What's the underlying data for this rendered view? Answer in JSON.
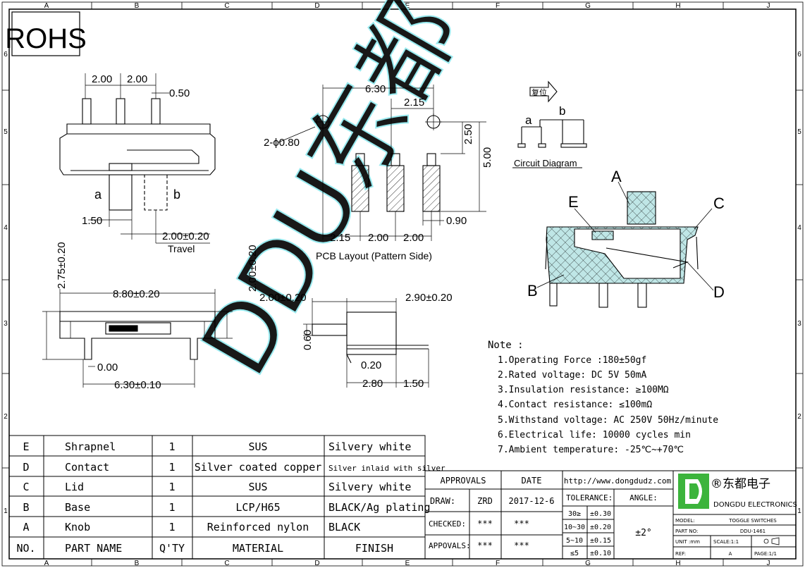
{
  "border": {
    "columns": [
      "A",
      "B",
      "C",
      "D",
      "E",
      "F",
      "G",
      "H",
      "J"
    ],
    "rows": [
      "6",
      "5",
      "4",
      "3",
      "2",
      "1"
    ]
  },
  "rohs": "ROHS",
  "watermark": "DDU东都",
  "top_view": {
    "dims": [
      "2.00",
      "2.00",
      "0.50",
      "1.50",
      "2.00±0.20"
    ],
    "labels": [
      "a",
      "b"
    ],
    "travel": "Travel"
  },
  "pcb_layout": {
    "dims": [
      "6.30",
      "2.15",
      "2-ϕ0.80",
      "2.50",
      "5.00",
      "2.15",
      "2.00",
      "2.00",
      "0.90"
    ],
    "title": "PCB Layout (Pattern Side)"
  },
  "circuit": {
    "label_reset": "复位",
    "a": "a",
    "b": "b",
    "title": "Circuit Diagram"
  },
  "section": {
    "callouts": [
      "A",
      "B",
      "C",
      "D",
      "E"
    ]
  },
  "front_view": {
    "dims": [
      "2.75±0.20",
      "8.80±0.20",
      "2.00±0.20",
      "0.00",
      "6.30±0.10"
    ]
  },
  "side_view": {
    "dims": [
      "2.00±0.20",
      "2.90±0.20",
      "0.60",
      "0.20",
      "2.80",
      "1.50"
    ]
  },
  "notes": {
    "title": "Note :",
    "items": [
      "1.Operating Force :180±50gf",
      "2.Rated voltage: DC 5V 50mA",
      "3.Insulation resistance: ≥100MΩ",
      "4.Contact resistance: ≤100mΩ",
      "5.Withstand voltage: AC 250V  50Hz/minute",
      "6.Electrical life: 10000 cycles min",
      "7.Ambient temperature: -25℃~+70℃"
    ]
  },
  "bom": {
    "header": [
      "NO.",
      "PART NAME",
      "Q'TY",
      "MATERIAL",
      "FINISH"
    ],
    "rows": [
      [
        "E",
        "Shrapnel",
        "1",
        "SUS",
        "Silvery white"
      ],
      [
        "D",
        "Contact",
        "1",
        "Silver coated copper",
        "Silver inlaid with silver"
      ],
      [
        "C",
        "Lid",
        "1",
        "SUS",
        "Silvery white"
      ],
      [
        "B",
        "Base",
        "1",
        "LCP/H65",
        "BLACK/Ag plating"
      ],
      [
        "A",
        "Knob",
        "1",
        "Reinforced nylon",
        "BLACK"
      ]
    ]
  },
  "approvals": {
    "h_approvals": "APPROVALS",
    "h_date": "DATE",
    "draw_label": "DRAW:",
    "draw_name": "ZRD",
    "draw_date": "2017-12-6",
    "checked_label": "CHECKED:",
    "checked_name": "***",
    "checked_date": "***",
    "appovals_label": "APPOVALS:",
    "appovals_name": "***",
    "appovals_date": "***"
  },
  "tolerance": {
    "url": "http://www.dongdudz.com",
    "label": "TOLERANCE:",
    "angle_label": "ANGLE:",
    "angle_value": "±2°",
    "rows": [
      [
        "30≥",
        "±0.30"
      ],
      [
        "10~30",
        "±0.20"
      ],
      [
        "5~10",
        "±0.15"
      ],
      [
        "≤5",
        "±0.10"
      ]
    ]
  },
  "company": {
    "cn": "®东都电子",
    "en": "DONGDU ELECTRONICS",
    "model_label": "MODEL:",
    "model_value": "TOGGLE SWITCHES",
    "part_label": "PART NO:",
    "part_value": "DDU-1461",
    "unit_label": "UNIT :mm",
    "scale_label": "SCALE:1:1",
    "ref_label": "REF:",
    "ref_value": "A",
    "page_label": "PAGE:1/1"
  },
  "colors": {
    "watermark": "#8ee8ee",
    "logo_green": "#3cb43c",
    "section_fill": "#bfe6e6"
  }
}
